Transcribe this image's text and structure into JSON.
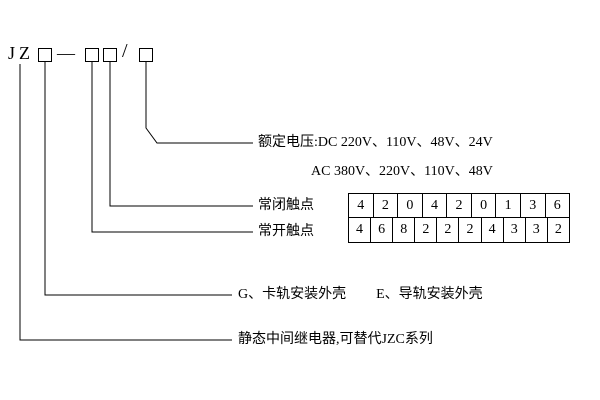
{
  "model_code": {
    "prefix": "JZ",
    "dash": "—",
    "slash": "/"
  },
  "labels": {
    "rated_voltage_dc": "额定电压:DC 220V、110V、48V、24V",
    "rated_voltage_ac": "AC 380V、220V、110V、48V",
    "nc_contacts": "常闭触点",
    "no_contacts": "常开触点",
    "housing_g": "G、卡轨安装外壳",
    "housing_e": "E、导轨安装外壳",
    "series_description": "静态中间继电器,可替代JZC系列"
  },
  "contact_table": {
    "nc_values": [
      "4",
      "2",
      "0",
      "4",
      "2",
      "0",
      "1",
      "3",
      "6"
    ],
    "no_values": [
      "4",
      "6",
      "8",
      "2",
      "2",
      "2",
      "4",
      "3",
      "3",
      "2"
    ]
  }
}
